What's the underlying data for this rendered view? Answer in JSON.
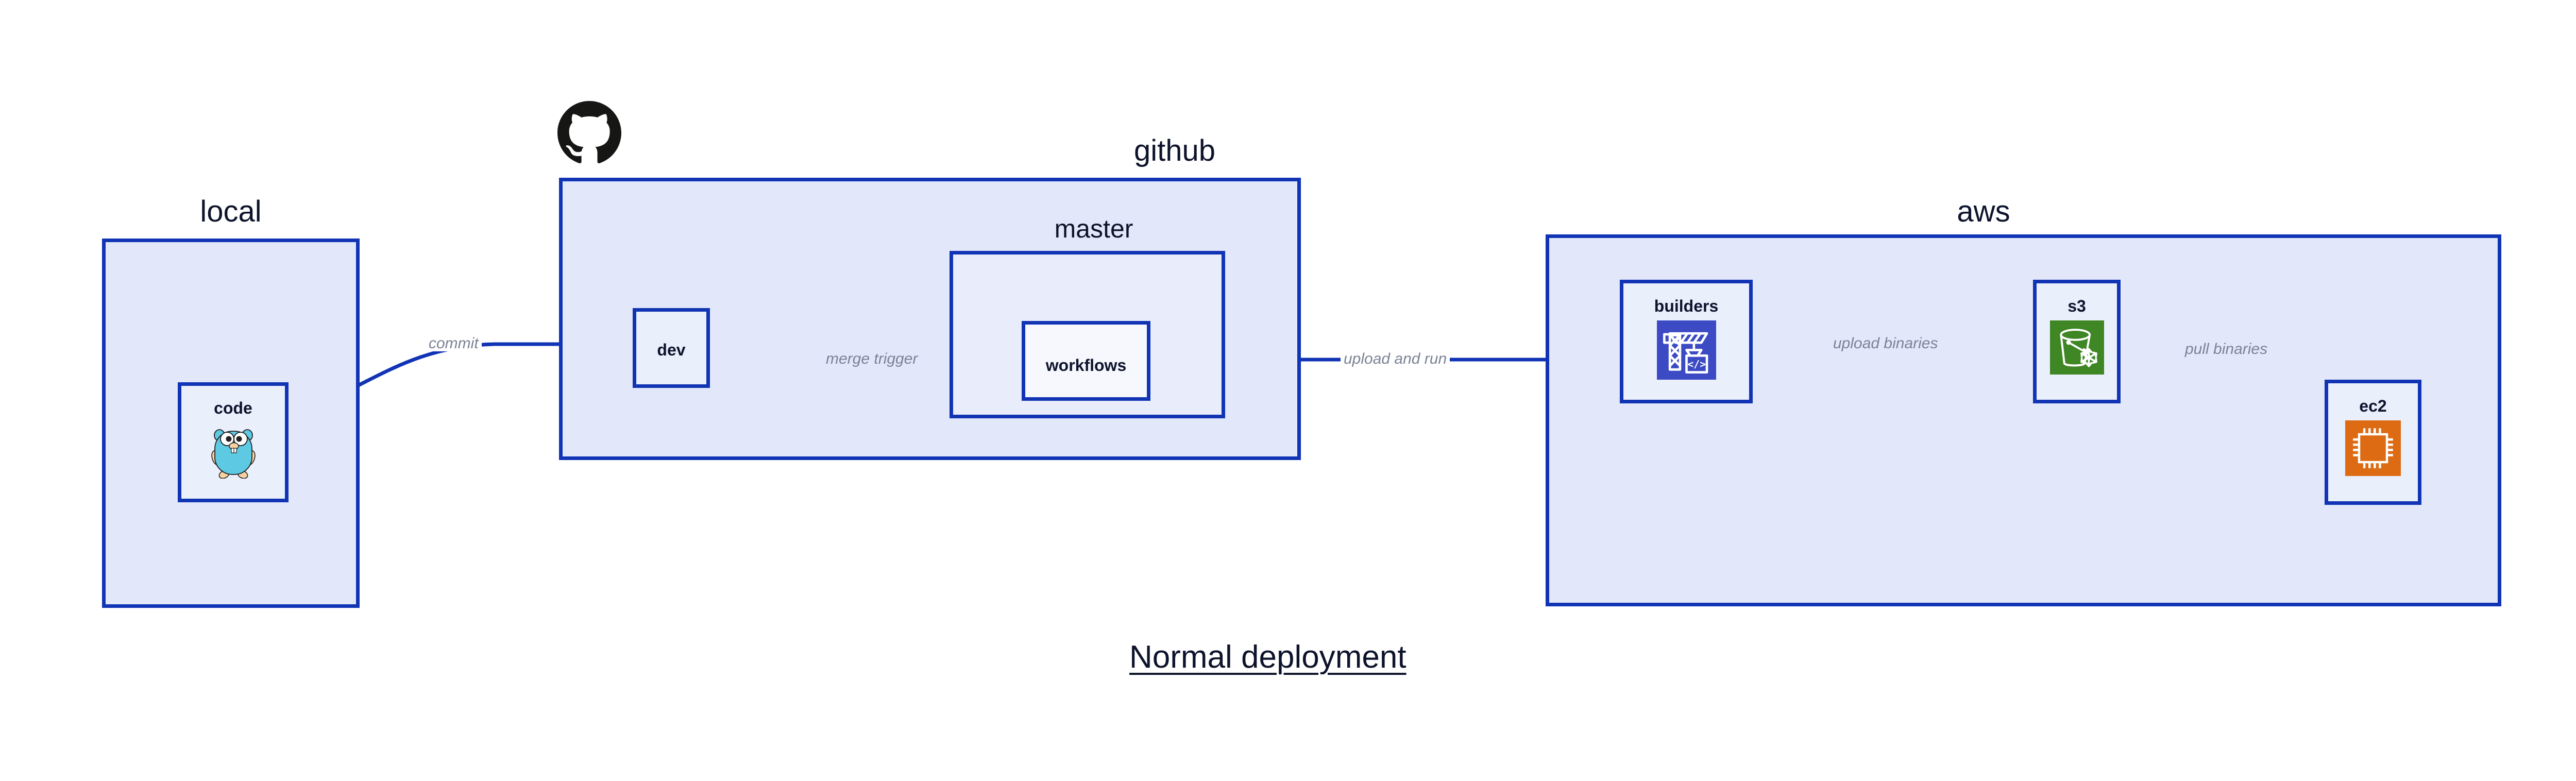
{
  "diagram": {
    "title": "Normal deployment",
    "background": "#ffffff",
    "accent_border": "#1134b5",
    "group_fill": "#e2e7fa",
    "node_fill": "#eaeffc",
    "label_color": "#0d132b",
    "edge_label_color": "#7c8396"
  },
  "groups": {
    "local": {
      "label": "local",
      "nodes": {
        "code": {
          "label": "code",
          "icon": "go-gopher-icon"
        }
      }
    },
    "github": {
      "label": "github",
      "logo": "github-octocat-icon",
      "nodes": {
        "dev": {
          "label": "dev"
        }
      },
      "sub": {
        "master": {
          "label": "master",
          "nodes": {
            "workflows": {
              "label": "workflows"
            }
          }
        }
      }
    },
    "aws": {
      "label": "aws",
      "nodes": {
        "builders": {
          "label": "builders",
          "icon": "aws-codebuild-icon",
          "icon_color": "#3c4bc4"
        },
        "s3": {
          "label": "s3",
          "icon": "aws-s3-glacier-icon",
          "icon_color": "#3f8624"
        },
        "ec2": {
          "label": "ec2",
          "icon": "aws-ec2-icon",
          "icon_color": "#dd6b14"
        }
      }
    }
  },
  "edges": [
    {
      "id": "commit",
      "label": "commit",
      "from": "code",
      "to": "dev"
    },
    {
      "id": "merge-trigger",
      "label": "merge trigger",
      "from": "dev",
      "to": "workflows"
    },
    {
      "id": "upload-and-run",
      "label": "upload and run",
      "from": "workflows",
      "to": "builders"
    },
    {
      "id": "upload-binaries",
      "label": "upload binaries",
      "from": "builders",
      "to": "s3"
    },
    {
      "id": "pull-binaries",
      "label": "pull binaries",
      "from": "s3",
      "to": "ec2"
    }
  ]
}
